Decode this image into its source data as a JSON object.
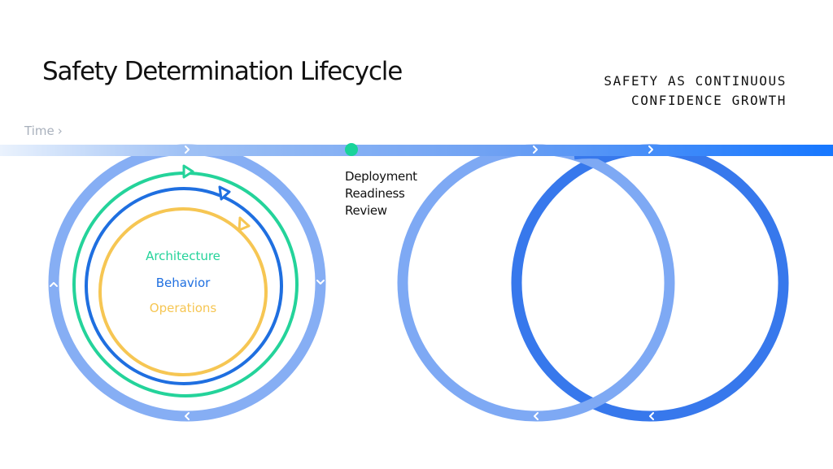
{
  "header": {
    "title": "Safety Determination Lifecycle",
    "subtitle_line1": "SAFETY AS CONTINUOUS",
    "subtitle_line2": "CONFIDENCE GROWTH"
  },
  "timeline": {
    "label": "Time",
    "arrow": "›"
  },
  "milestone": {
    "line1": "Deployment",
    "line2": "Readiness",
    "line3": "Review",
    "color": "#19d39a"
  },
  "layers": [
    {
      "label": "Architecture",
      "color": "#24d39a"
    },
    {
      "label": "Behavior",
      "color": "#1f6fe0"
    },
    {
      "label": "Operations",
      "color": "#f6c653"
    }
  ],
  "colors": {
    "cycle_light": "#7ea9f4",
    "cycle_dark": "#3778ec",
    "timeline_start": "#e9f1fd",
    "timeline_end": "#1677ff",
    "text": "#111111",
    "muted": "#a8b0bc"
  }
}
